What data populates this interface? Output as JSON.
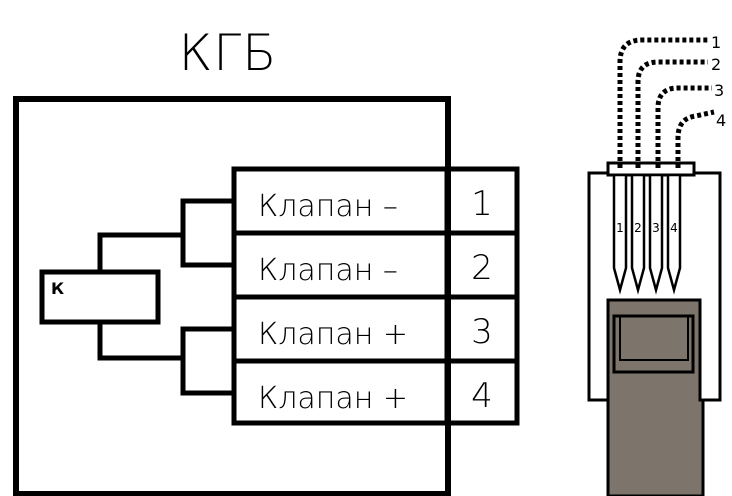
{
  "title": "КГБ",
  "component_label": "К",
  "pins": [
    {
      "label": "Клапан –",
      "number": "1"
    },
    {
      "label": "Клапан –",
      "number": "2"
    },
    {
      "label": "Клапан +",
      "number": "3"
    },
    {
      "label": "Клапан +",
      "number": "4"
    }
  ],
  "connector": {
    "contact_numbers": [
      "1",
      "2",
      "3",
      "4"
    ],
    "wire_numbers": [
      "1",
      "2",
      "3",
      "4"
    ]
  },
  "colors": {
    "line": "#000000",
    "cable": "#7d756c",
    "background": "#ffffff"
  }
}
